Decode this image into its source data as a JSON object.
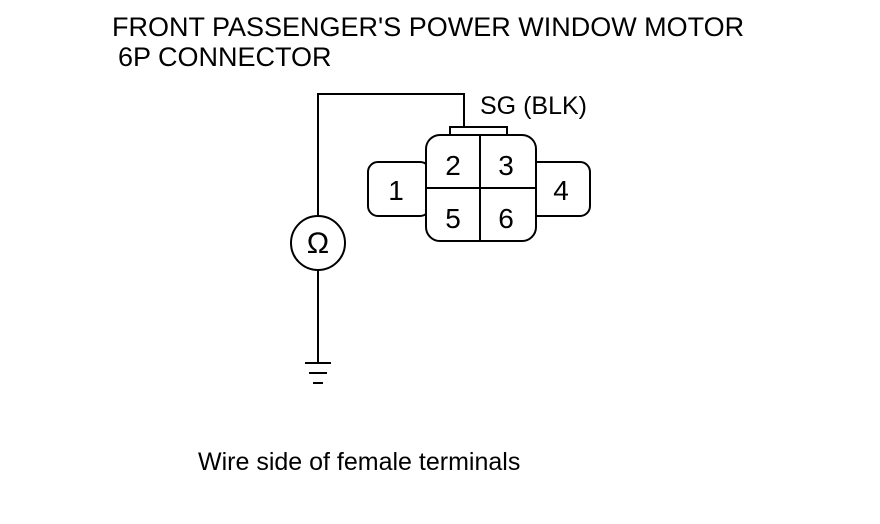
{
  "title": {
    "line1": "FRONT PASSENGER'S POWER WINDOW MOTOR",
    "line2": "6P CONNECTOR"
  },
  "signal_label": "SG (BLK)",
  "meter_symbol": "Ω",
  "connector": {
    "pins": [
      {
        "number": "1",
        "name": "terminal-1"
      },
      {
        "number": "2",
        "name": "terminal-2"
      },
      {
        "number": "3",
        "name": "terminal-3"
      },
      {
        "number": "4",
        "name": "terminal-4"
      },
      {
        "number": "5",
        "name": "terminal-5"
      },
      {
        "number": "6",
        "name": "terminal-6"
      }
    ]
  },
  "caption": "Wire side of female terminals",
  "icons": {
    "meter": "ohmmeter-icon",
    "ground": "ground-icon"
  }
}
